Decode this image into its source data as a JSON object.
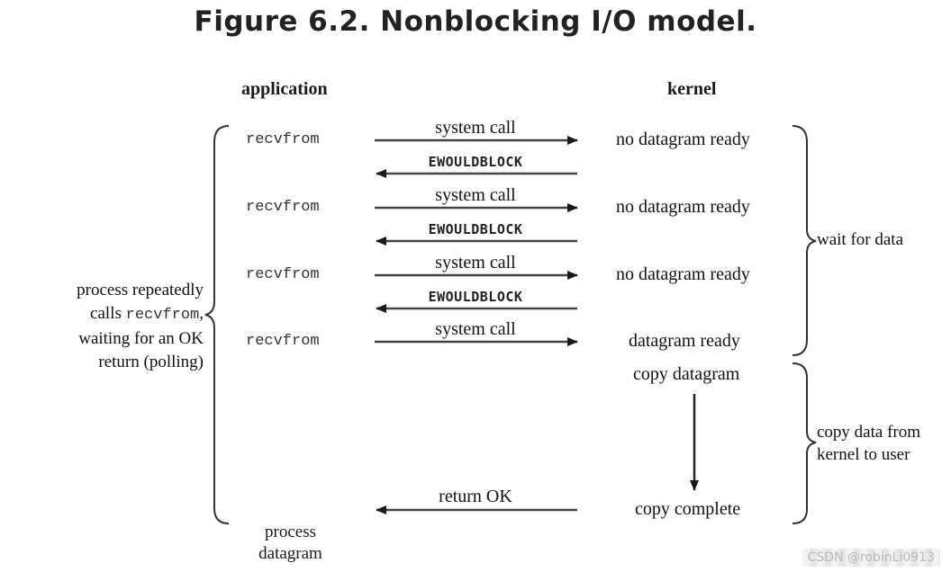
{
  "title": "Figure 6.2. Nonblocking I/O model.",
  "headers": {
    "application": "application",
    "kernel": "kernel"
  },
  "rows": [
    {
      "app": "recvfrom",
      "call": "system call",
      "kernel": "no datagram ready",
      "reply": "EWOULDBLOCK"
    },
    {
      "app": "recvfrom",
      "call": "system call",
      "kernel": "no datagram ready",
      "reply": "EWOULDBLOCK"
    },
    {
      "app": "recvfrom",
      "call": "system call",
      "kernel": "no datagram ready",
      "reply": "EWOULDBLOCK"
    },
    {
      "app": "recvfrom",
      "call": "system call",
      "kernel": "datagram ready"
    }
  ],
  "copy_datagram": "copy datagram",
  "copy_complete": "copy complete",
  "return_ok": "return OK",
  "left_label": {
    "line1": "process repeatedly",
    "line2_pre": "calls ",
    "line2_code": "recvfrom",
    "line2_post": ",",
    "line3": "waiting for an OK",
    "line4": "return (polling)"
  },
  "process_datagram": {
    "line1": "process",
    "line2": "datagram"
  },
  "wait_for_data": "wait for data",
  "copy_data": {
    "line1": "copy data from",
    "line2": "kernel to user"
  },
  "watermark": "CSDN @robinLi0913"
}
